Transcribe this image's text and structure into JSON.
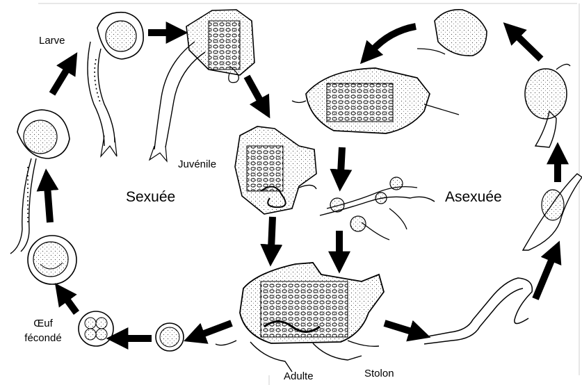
{
  "labels": {
    "larve": "Larve",
    "juvenile": "Juvénile",
    "sexuee": "Sexuée",
    "asexuee": "Asexuée",
    "oeuf_line1": "Œuf",
    "oeuf_line2": "fécondé",
    "adulte": "Adulte",
    "stolon": "Stolon"
  },
  "colors": {
    "ink": "#000000",
    "paper": "#ffffff",
    "dots": "#333333"
  }
}
